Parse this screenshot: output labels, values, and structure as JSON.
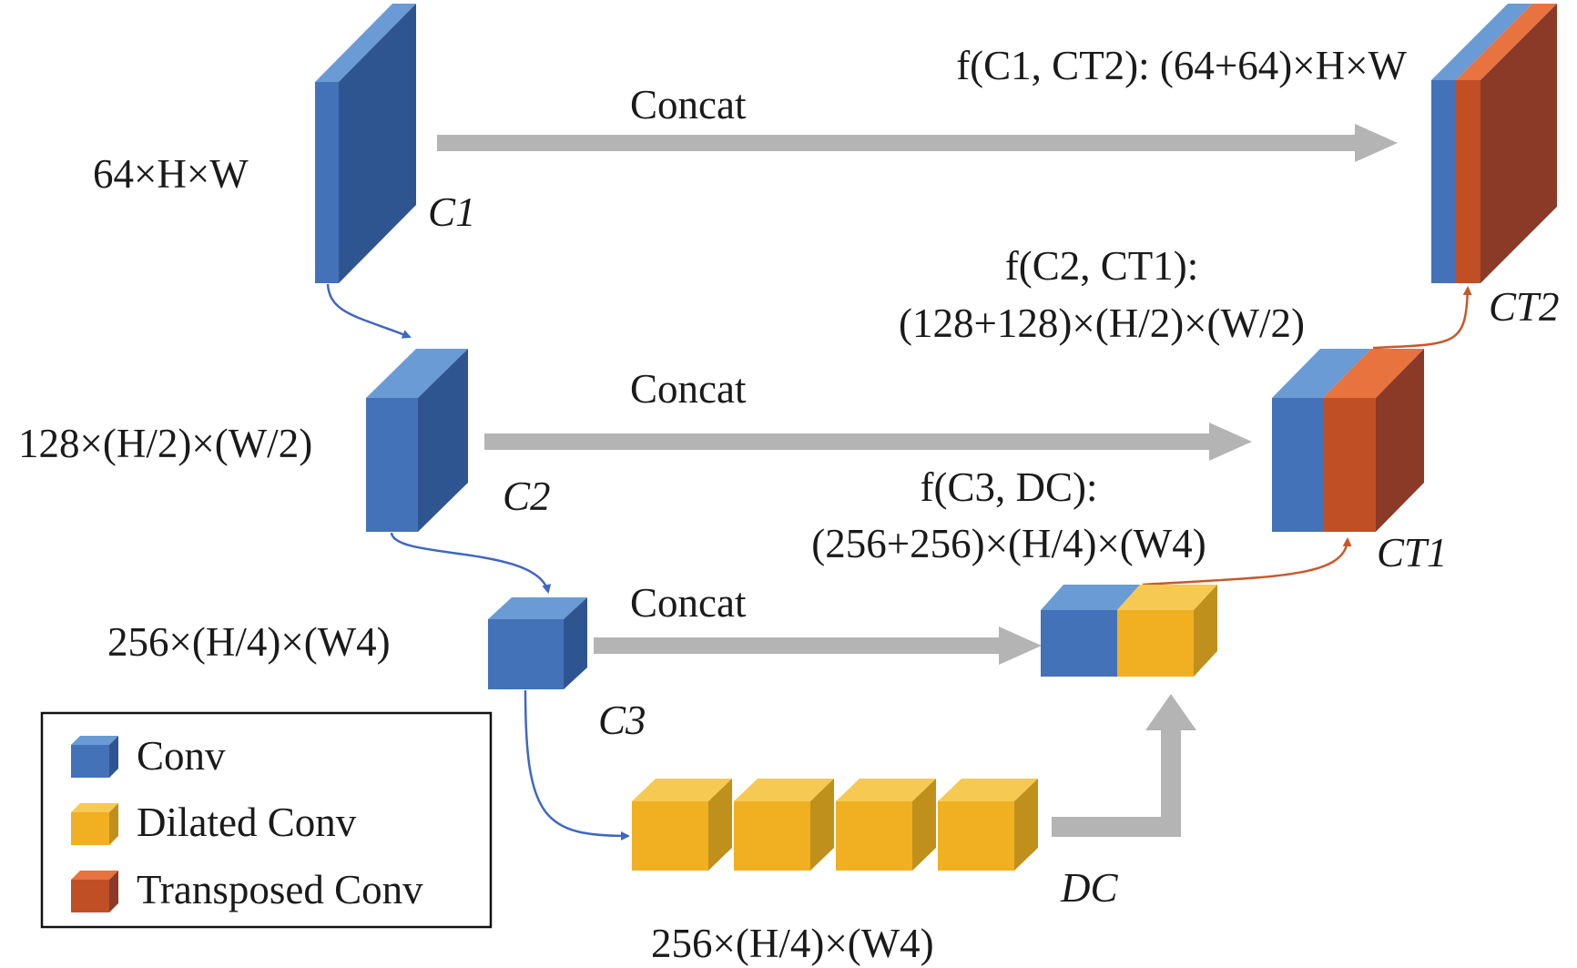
{
  "colors": {
    "conv_front": "#4472b8",
    "conv_top": "#6a9bd4",
    "conv_side": "#2f5590",
    "dilated_front": "#f0b022",
    "dilated_top": "#f6ca52",
    "dilated_side": "#c0901c",
    "trans_front": "#c04f25",
    "trans_top": "#e8733e",
    "trans_side": "#8a3a27",
    "gray_arrow": "#b4b4b4",
    "blue_link": "#4066c4",
    "orange_link": "#c8582a"
  },
  "labels": {
    "dim_c1": "64×H×W",
    "dim_c2": "128×(H/2)×(W/2)",
    "dim_c3": "256×(H/4)×(W4)",
    "dim_dc": "256×(H/4)×(W4)",
    "name_c1": "C1",
    "name_c2": "C2",
    "name_c3": "C3",
    "name_dc": "DC",
    "name_ct1": "CT1",
    "name_ct2": "CT2",
    "concat_top": "Concat",
    "concat_mid": "Concat",
    "concat_bottom": "Concat",
    "f_c1_ct2": "f(C1, CT2): (64+64)×H×W",
    "f_c2_ct1_line1": "f(C2, CT1):",
    "f_c2_ct1_line2": "(128+128)×(H/2)×(W/2)",
    "f_c3_dc_line1": "f(C3, DC):",
    "f_c3_dc_line2": "(256+256)×(H/4)×(W4)"
  },
  "legend": {
    "items": [
      {
        "label": "Conv",
        "color": "conv"
      },
      {
        "label": "Dilated Conv",
        "color": "dilated"
      },
      {
        "label": "Transposed Conv",
        "color": "transposed"
      }
    ]
  }
}
